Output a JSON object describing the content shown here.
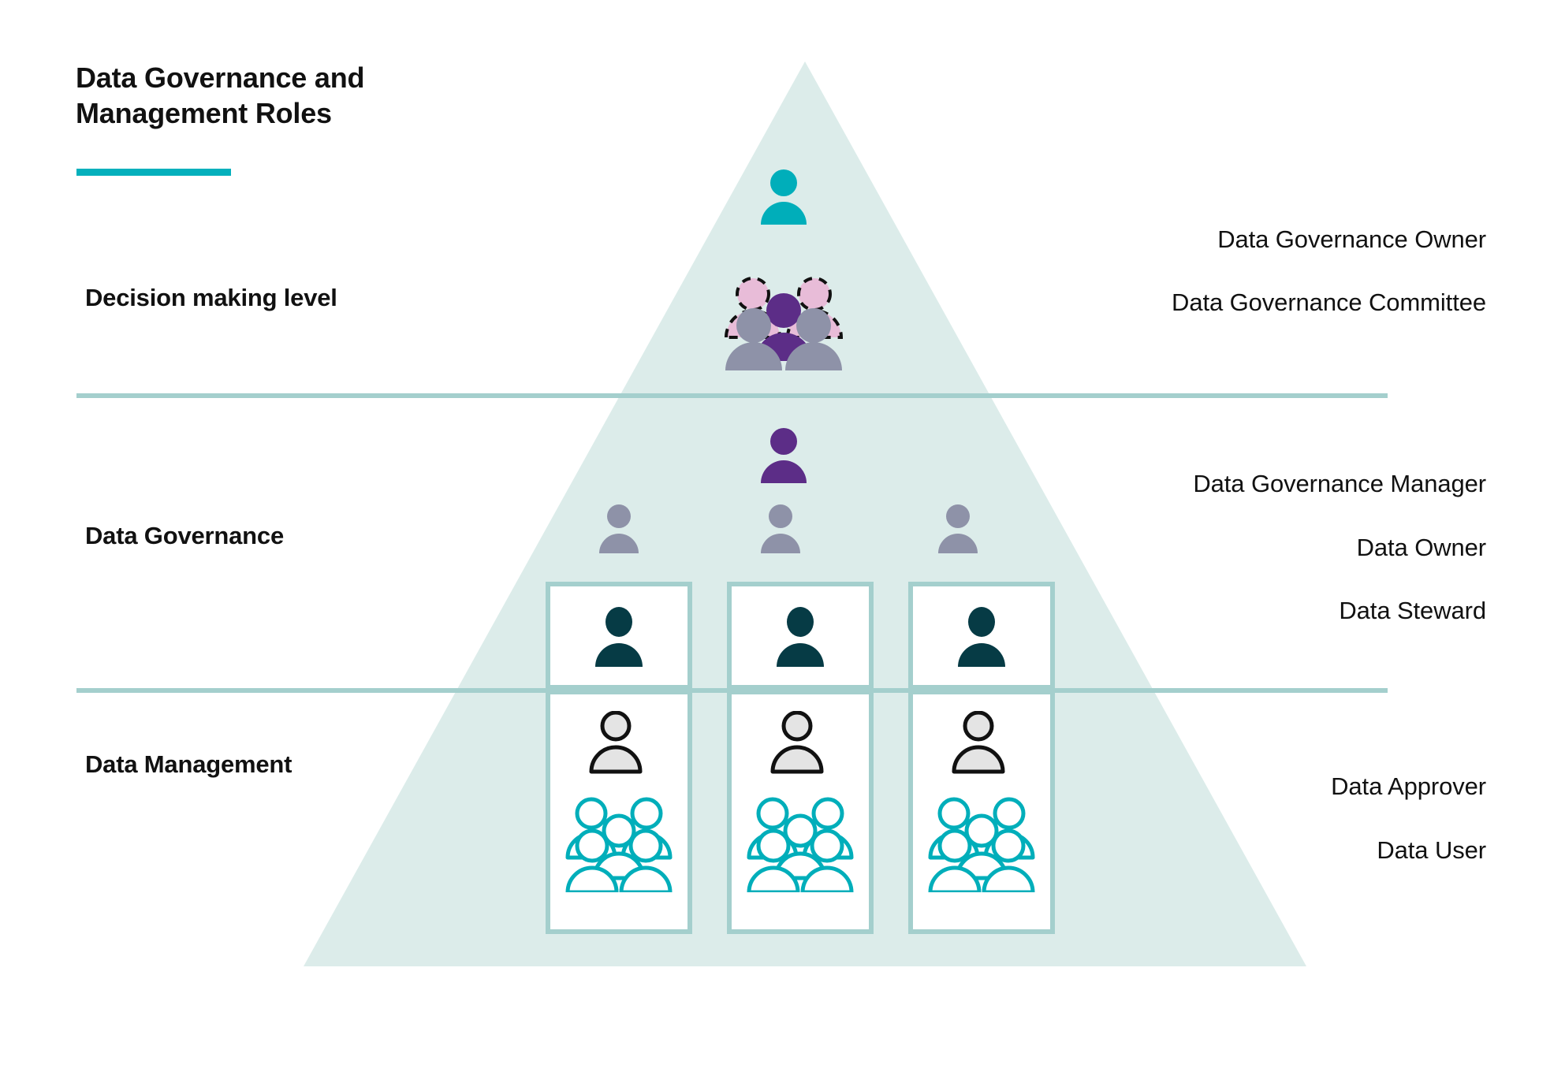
{
  "header": {
    "title": "Data Governance and\nManagement Roles",
    "accent_color": "#05B0BC"
  },
  "tiers": [
    {
      "id": "decision-making-level",
      "label": "Decision making level"
    },
    {
      "id": "data-governance",
      "label": "Data Governance"
    },
    {
      "id": "data-management",
      "label": "Data Management"
    }
  ],
  "roles": [
    {
      "id": "data-governance-owner",
      "label": "Data Governance Owner",
      "tier": "decision-making-level",
      "color": "#00AEBA",
      "icon": "person-icon"
    },
    {
      "id": "data-governance-committee",
      "label": "Data Governance Committee",
      "tier": "decision-making-level",
      "color": "#5C2D87",
      "icon": "people-group-icon"
    },
    {
      "id": "data-governance-manager",
      "label": "Data Governance Manager",
      "tier": "data-governance",
      "color": "#5C2D87",
      "icon": "person-icon"
    },
    {
      "id": "data-owner",
      "label": "Data Owner",
      "tier": "data-governance",
      "color": "#8E92A8",
      "icon": "person-icon"
    },
    {
      "id": "data-steward",
      "label": "Data Steward",
      "tier": "data-governance",
      "color": "#063B45",
      "icon": "person-icon"
    },
    {
      "id": "data-approver",
      "label": "Data Approver",
      "tier": "data-management",
      "color": "#E4E4E4",
      "icon": "person-outline-icon"
    },
    {
      "id": "data-user",
      "label": "Data User",
      "tier": "data-management",
      "color": "#00AEBA",
      "icon": "people-group-outline-icon"
    }
  ],
  "palette": {
    "pyramid_fill": "#DCECEA",
    "divider": "#A4CFCD",
    "box_border": "#A4CFCD",
    "box_fill": "#FFFFFF",
    "teal_accent": "#05B0BC",
    "teal_bright": "#00AEBA",
    "purple": "#5C2D87",
    "pink": "#E8BCD8",
    "gray": "#8E92A8",
    "dark_teal": "#063B45",
    "light_gray": "#E4E4E4",
    "text": "#111111"
  },
  "structure": {
    "columns": 3,
    "shape": "pyramid",
    "box_rows": [
      "data-steward",
      "data-approver-and-user"
    ]
  }
}
